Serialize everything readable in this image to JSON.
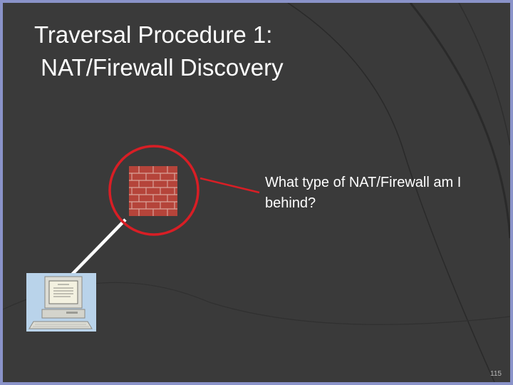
{
  "slide": {
    "title_line1": "Traversal Procedure 1:",
    "title_line2": " NAT/Firewall Discovery",
    "callout_text": "What type of NAT/Firewall am I behind?",
    "page_number": "115"
  },
  "colors": {
    "background": "#3a3a3a",
    "frame": "#8a93c9",
    "highlight_circle": "#d81e25",
    "connector": "#ffffff",
    "brick": "#b5443a"
  },
  "icons": {
    "firewall": "brick-wall-icon",
    "computer": "desktop-computer-icon"
  }
}
